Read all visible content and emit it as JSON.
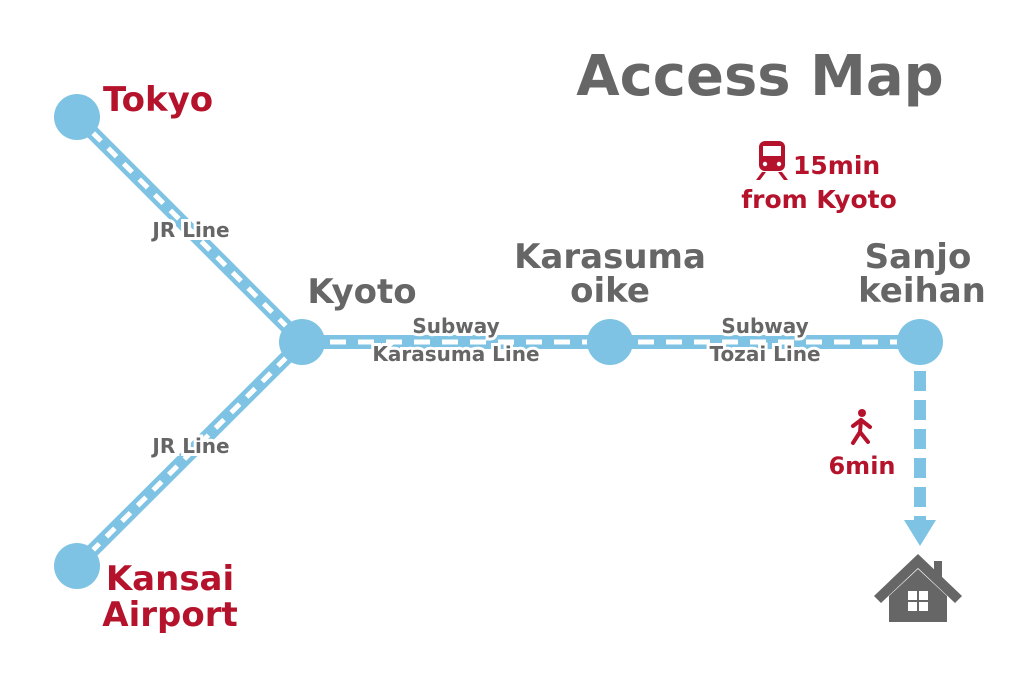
{
  "title": "Access Map",
  "stations": {
    "tokyo": "Tokyo",
    "kyoto": "Kyoto",
    "kansai_line1": "Kansai",
    "kansai_line2": "Airport",
    "karasuma_line1": "Karasuma",
    "karasuma_line2": "oike",
    "sanjo_line1": "Sanjo",
    "sanjo_line2": "keihan"
  },
  "lines": {
    "jr_upper": "JR Line",
    "jr_lower": "JR Line",
    "subway1_line1": "Subway",
    "subway1_line2": "Karasuma Line",
    "subway2_line1": "Subway",
    "subway2_line2": "Tozai Line"
  },
  "train_info": {
    "icon": "train-icon",
    "time": "15min",
    "from": "from Kyoto"
  },
  "walk_info": {
    "icon": "walking-person-icon",
    "time": "6min"
  },
  "destination_icon": "house-icon",
  "colors": {
    "track": "#7ec3e3",
    "accent": "#b5132b",
    "text": "#666666"
  }
}
